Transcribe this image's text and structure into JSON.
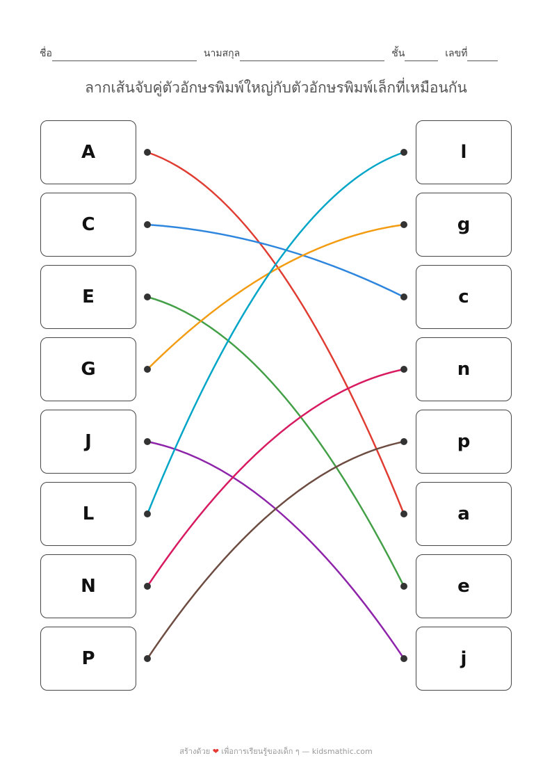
{
  "header": {
    "name_label": "ชื่อ",
    "surname_label": "นามสกุล",
    "class_label": "ชั้น",
    "number_label": "เลขที่"
  },
  "instruction": "ลากเส้นจับคู่ตัวอักษรพิมพ์ใหญ่กับตัวอักษรพิมพ์เล็กที่เหมือนกัน",
  "left": [
    "A",
    "C",
    "E",
    "G",
    "J",
    "L",
    "N",
    "P"
  ],
  "right": [
    "l",
    "g",
    "c",
    "n",
    "p",
    "a",
    "e",
    "j"
  ],
  "connections": [
    {
      "from": 0,
      "to": 5,
      "color": "#e03c31"
    },
    {
      "from": 1,
      "to": 2,
      "color": "#2e86de"
    },
    {
      "from": 2,
      "to": 6,
      "color": "#43a047"
    },
    {
      "from": 3,
      "to": 1,
      "color": "#f39c12"
    },
    {
      "from": 4,
      "to": 7,
      "color": "#8e24aa"
    },
    {
      "from": 5,
      "to": 0,
      "color": "#00a5c8"
    },
    {
      "from": 6,
      "to": 3,
      "color": "#d81b60"
    },
    {
      "from": 7,
      "to": 4,
      "color": "#6d4c41"
    }
  ],
  "footer": {
    "prefix": "สร้างด้วย",
    "heart": "❤",
    "suffix": "เพื่อการเรียนรู้ของเด็ก ๆ — kidsmathic.com"
  }
}
